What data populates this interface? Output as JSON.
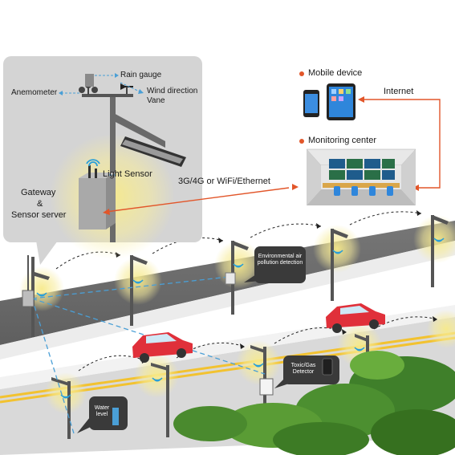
{
  "labels": {
    "rain_gauge": "Rain gauge",
    "anemometer": "Anemometer",
    "wind_vane_1": "Wind direction",
    "wind_vane_2": "Vane",
    "light_sensor": "Light Sensor",
    "gateway_1": "Gateway",
    "gateway_2": "&",
    "gateway_3": "Sensor server",
    "mobile_device": "Mobile device",
    "internet": "Internet",
    "monitoring_center": "Monitoring center",
    "network": "3G/4G or WiFi/Ethernet"
  },
  "callouts": {
    "env_1": "Environmental air",
    "env_2": "pollution detection",
    "toxic_1": "Toxic/Gas",
    "toxic_2": "Detector",
    "water_1": "Water",
    "water_2": "level"
  },
  "colors": {
    "accent": "#e2562a",
    "link": "#4a9fd6",
    "panel": "#d4d4d4",
    "road_top": "#7a7a7a",
    "road_bottom": "#8a8a8a",
    "lane": "#f2c230",
    "car": "#e0303a",
    "callout": "#3a3a3a",
    "wifi": "#2a9fd8"
  }
}
